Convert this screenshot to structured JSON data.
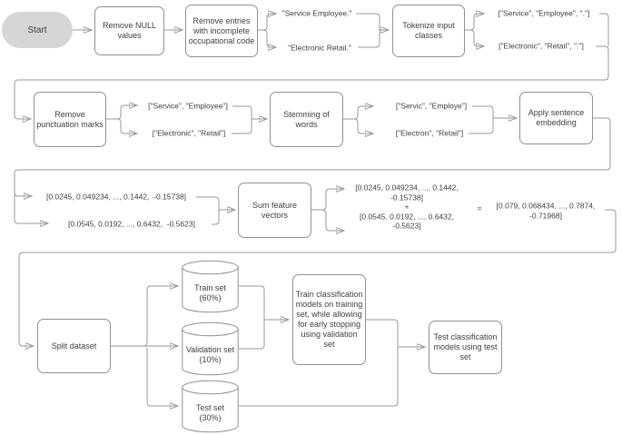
{
  "diagram": {
    "nodes": {
      "start": {
        "label": "Start"
      },
      "remove_null": {
        "label": "Remove NULL values"
      },
      "remove_entries": {
        "label": "Remove entries with incomplete occupational code"
      },
      "tokenize": {
        "label": "Tokenize input classes"
      },
      "remove_punctuation": {
        "label": "Remove punctuation marks"
      },
      "stemming": {
        "label": "Stemming of words"
      },
      "apply_embedding": {
        "label": "Apply sentence embedding"
      },
      "sum_vectors": {
        "label": "Sum feature vectors"
      },
      "split_dataset": {
        "label": "Split dataset"
      },
      "train_models": {
        "label": "Train classification models on training set, while allowing for early stopping using validation set"
      },
      "test_models": {
        "label": "Test classification models using test set"
      }
    },
    "datastores": {
      "train_set": {
        "label": "Train set\n(60%)"
      },
      "validation_set": {
        "label": "Validation set\n(10%)"
      },
      "test_set": {
        "label": "Test set\n(30%)"
      }
    },
    "annotations": {
      "service_employee": "\"Service Employee.\"",
      "electronic_retail": "\"Electronic Retail.\"",
      "tokens_service": "[\"Service\", \"Employee\", \".\"]",
      "tokens_electronic": "[\"Electronic\", \"Retail\", \".\"]",
      "nopunct_service": "[\"Service\", \"Employee\"]",
      "nopunct_electronic": "[\"Electronic\", \"Retail\"]",
      "stemmed_service": "[\"Servic\", \"Employe\"]",
      "stemmed_electronic": "[\"Electron\", \"Retail\"]",
      "vector1": "[0.0245, 0.049234, ..., 0.1442,  -0.15738]",
      "vector2": "[0.0545, 0.0192, ..., 0.6432,  -0.5623]",
      "sum_expression": "[0.0245, 0.049234, ..., 0.1442,\n-0.15738]\n+\n[0.0545, 0.0192, ..., 0.6432,\n-0.5623]",
      "equals": "=",
      "sum_result": "[0.079, 0.068434, ..., 0.7874,\n-0.71968]"
    },
    "colors": {
      "line": "#999999",
      "arrow": "#4a4a4a",
      "border": "#919191",
      "text": "#3f3f3f",
      "startFill": "#d6d6d6"
    }
  }
}
